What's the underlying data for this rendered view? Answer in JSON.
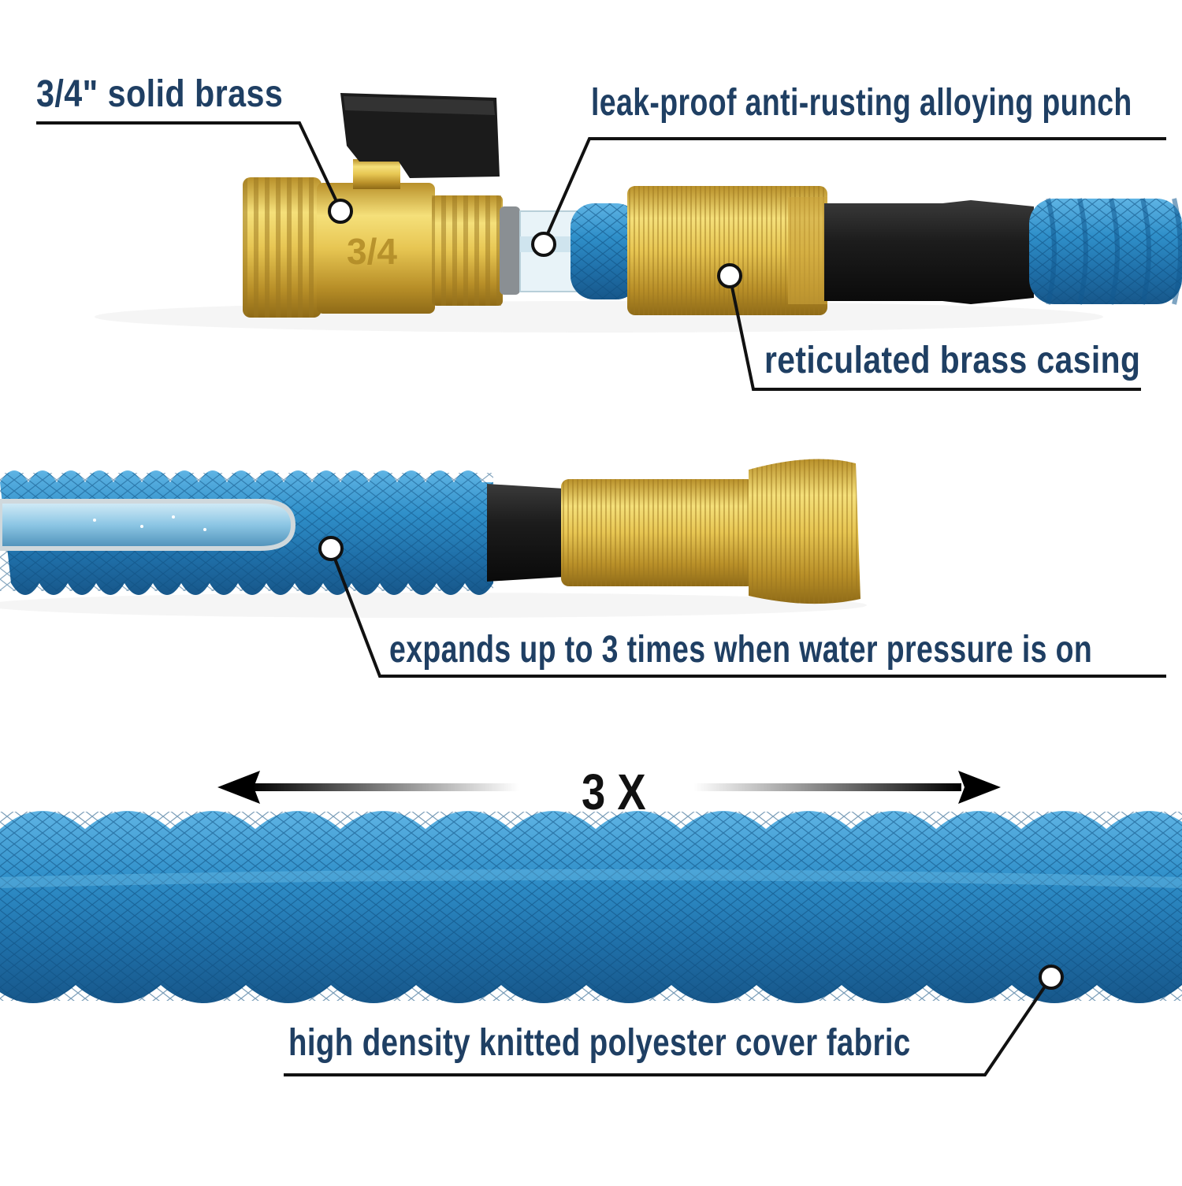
{
  "callouts": {
    "brass": "3/4\" solid brass",
    "punch": "leak-proof anti-rusting alloying punch",
    "casing": "reticulated brass casing",
    "expands": "expands up to 3 times when water pressure is on",
    "fabric": "high density knitted polyester cover fabric"
  },
  "valve_marking": "3/4",
  "multiplier": "3 X",
  "colors": {
    "text": "#1f3f63",
    "hose_blue": "#2f8fc9",
    "brass": "#d9b84a",
    "rubber": "#1c1c1c",
    "leader": "#111111"
  }
}
